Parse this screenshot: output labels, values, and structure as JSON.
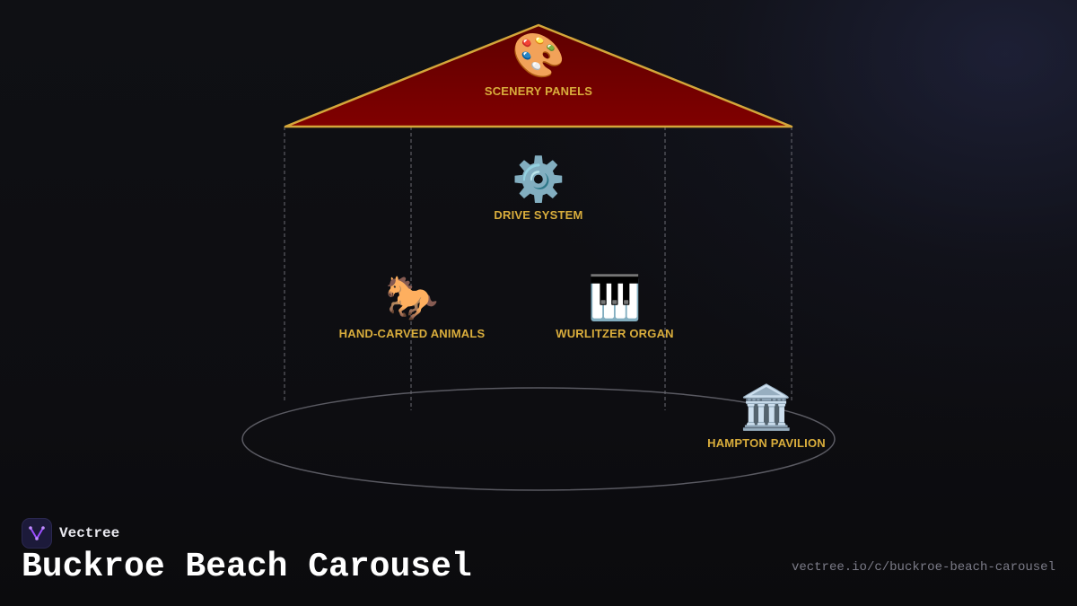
{
  "brand": {
    "name": "Vectree",
    "logo_icon": "vectree-logo-icon",
    "logo_color": "#9b4dff"
  },
  "diagram": {
    "title": "Buckroe Beach Carousel",
    "url": "vectree.io/c/buckroe-beach-carousel",
    "colors": {
      "roof_fill": "#7a0000",
      "roof_stroke": "#d4a63a",
      "label": "#d9ad3c",
      "pole": "#6a6a72",
      "platform": "#5a5a62"
    },
    "nodes": [
      {
        "id": "scenery-panels",
        "label": "SCENERY PANELS",
        "icon": "palette-icon",
        "glyph": "🎨"
      },
      {
        "id": "drive-system",
        "label": "DRIVE SYSTEM",
        "icon": "gear-icon",
        "glyph": "⚙️"
      },
      {
        "id": "hand-carved-animals",
        "label": "HAND-CARVED ANIMALS",
        "icon": "horse-icon",
        "glyph": "🐎"
      },
      {
        "id": "wurlitzer-organ",
        "label": "WURLITZER ORGAN",
        "icon": "piano-keys-icon",
        "glyph": "🎹"
      },
      {
        "id": "hampton-pavilion",
        "label": "HAMPTON PAVILION",
        "icon": "classical-building-icon",
        "glyph": "🏛️"
      }
    ]
  }
}
